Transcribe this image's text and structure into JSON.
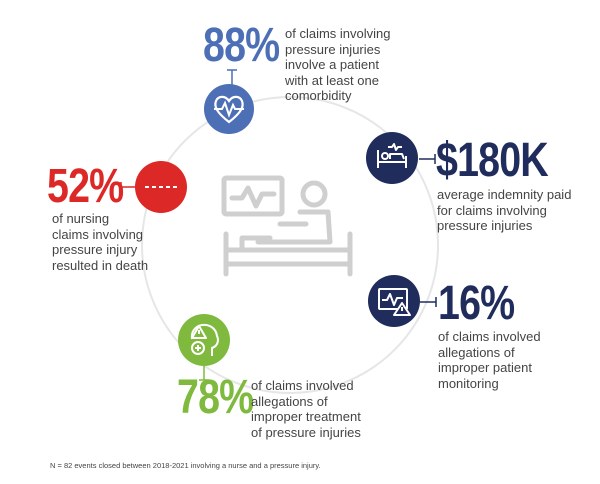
{
  "colors": {
    "blue": "#4c6fb5",
    "navy": "#1f2c5c",
    "red": "#dc2826",
    "green": "#7fba3f",
    "gray": "#cfcfcf"
  },
  "stats": {
    "comorbidity": {
      "value": "88%",
      "lines": [
        "of claims involving",
        "pressure injuries",
        "involve a patient",
        "with at least one",
        "comorbidity"
      ],
      "icon": "heart-monitor-icon"
    },
    "indemnity": {
      "value": "$180K",
      "lines": [
        "average indemnity paid",
        "for claims involving",
        "pressure injuries"
      ],
      "icon": "hospital-bed-icon"
    },
    "monitoring": {
      "value": "16%",
      "lines": [
        "of claims involved",
        "allegations of",
        "improper patient",
        "monitoring"
      ],
      "icon": "monitor-warning-icon"
    },
    "treatment": {
      "value": "78%",
      "lines": [
        "of claims involved",
        "allegations of",
        "improper treatment",
        "of pressure injuries"
      ],
      "icon": "head-warning-medical-icon"
    },
    "death": {
      "value": "52%",
      "lines": [
        "of nursing",
        "claims involving",
        "pressure injury",
        "resulted in death"
      ],
      "icon": "flatline-icon"
    }
  },
  "footnote": "N = 82 events closed between 2018-2021 involving a nurse and a pressure injury."
}
